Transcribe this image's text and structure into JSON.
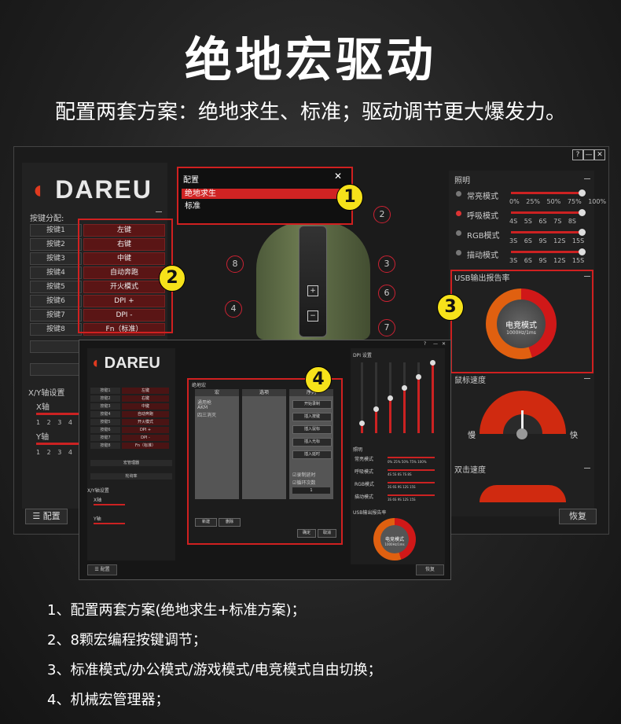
{
  "headline": "绝地宏驱动",
  "subline": "配置两套方案：绝地求生、标准；驱动调节更大爆发力。",
  "window": {
    "title_buttons": [
      "?",
      "—",
      "✕"
    ],
    "logo": "DAREU",
    "key_section_title": "按键分配:",
    "keys": [
      {
        "name": "按键1",
        "value": "左键"
      },
      {
        "name": "按键2",
        "value": "右键"
      },
      {
        "name": "按键3",
        "value": "中键"
      },
      {
        "name": "按键4",
        "value": "自动奔跑"
      },
      {
        "name": "按键5",
        "value": "开火模式"
      },
      {
        "name": "按键6",
        "value": "DPI +"
      },
      {
        "name": "按键7",
        "value": "DPI -"
      },
      {
        "name": "按键8",
        "value": "Fn（标准）"
      }
    ],
    "xy_title": "X/Y轴设置",
    "x_label": "X轴",
    "y_label": "Y轴",
    "config_button": "配置",
    "restore_button": "恢复",
    "mouse_callouts": [
      "2",
      "8",
      "3",
      "6",
      "4",
      "7"
    ],
    "lighting": {
      "title": "照明",
      "modes": [
        {
          "label": "常亮模式",
          "ticks": "0% 25% 50% 75% 100%",
          "value": 1.0
        },
        {
          "label": "呼吸模式",
          "ticks": "4S 5S 6S 7S 8S",
          "value": 1.0
        },
        {
          "label": "RGB模式",
          "ticks": "3S 6S 9S 12S 15S",
          "value": 1.0
        },
        {
          "label": "描动模式",
          "ticks": "3S 6S 9S 12S 15S",
          "value": 1.0
        }
      ]
    },
    "usb_rate": {
      "title": "USB输出报告率",
      "mode": "电竞模式",
      "rate": "1000Hz/1ms"
    },
    "mouse_speed": {
      "title": "鼠标速度",
      "slow": "慢",
      "fast": "快"
    },
    "double_click": {
      "title": "双击速度"
    }
  },
  "popup": {
    "title": "配置",
    "close": "✕",
    "options": [
      "绝地求生",
      "标准"
    ],
    "selected": "绝地求生"
  },
  "badges": [
    "1",
    "2",
    "3",
    "4"
  ],
  "window2": {
    "logo": "DAREU",
    "title_buttons": [
      "?",
      "—",
      "✕"
    ],
    "keys": [
      {
        "name": "按键1",
        "value": "左键"
      },
      {
        "name": "按键2",
        "value": "右键"
      },
      {
        "name": "按键3",
        "value": "中键"
      },
      {
        "name": "按键4",
        "value": "自动奔跑"
      },
      {
        "name": "按键5",
        "value": "开火模式"
      },
      {
        "name": "按键6",
        "value": "DPI +"
      },
      {
        "name": "按键7",
        "value": "DPI -"
      },
      {
        "name": "按键8",
        "value": "Fn（标准）"
      }
    ],
    "side_buttons": [
      "宏管理器",
      "轮询率"
    ],
    "xy_title": "X/Y轴设置",
    "x_label": "X轴",
    "y_label": "Y轴",
    "config_button": "配置",
    "restore_button": "恢复",
    "dpi_title": "DPI 设置",
    "dpi_levels": [
      0.15,
      0.35,
      0.5,
      0.65,
      0.8,
      1.0
    ],
    "lighting_title": "照明",
    "lighting_modes": [
      {
        "label": "常亮模式",
        "ticks": "0% 25% 50% 75% 100%"
      },
      {
        "label": "呼吸模式",
        "ticks": "4S 5S 6S 7S 8S"
      },
      {
        "label": "RGB模式",
        "ticks": "3S 6S 9S 12S 15S"
      },
      {
        "label": "描动模式",
        "ticks": "3S 6S 9S 12S 15S"
      }
    ],
    "usb_title": "USB输出报告率",
    "usb_mode": "电竞模式",
    "usb_rate": "1000Hz/1ms",
    "macro": {
      "title": "绝地宏",
      "col_macro": "宏",
      "col_options": "选项",
      "col_sequence": "序列",
      "macros": [
        "通用枪",
        "AKM",
        "四三消灭"
      ],
      "sequence_buttons": [
        "开始录制",
        "插入按键",
        "插入鼠标",
        "插入光标",
        "插入延时"
      ],
      "check_record_delay": "录制延时",
      "check_loop_count": "循环次数",
      "loop_value": "1",
      "new_button": "新建",
      "delete_button": "删除",
      "ok_button": "确定",
      "cancel_button": "取消"
    }
  },
  "features": [
    "1、配置两套方案(绝地求生+标准方案)；",
    "2、8颗宏编程按键调节；",
    "3、标准模式/办公模式/游戏模式/电竞模式自由切换；",
    "4、机械宏管理器；"
  ]
}
